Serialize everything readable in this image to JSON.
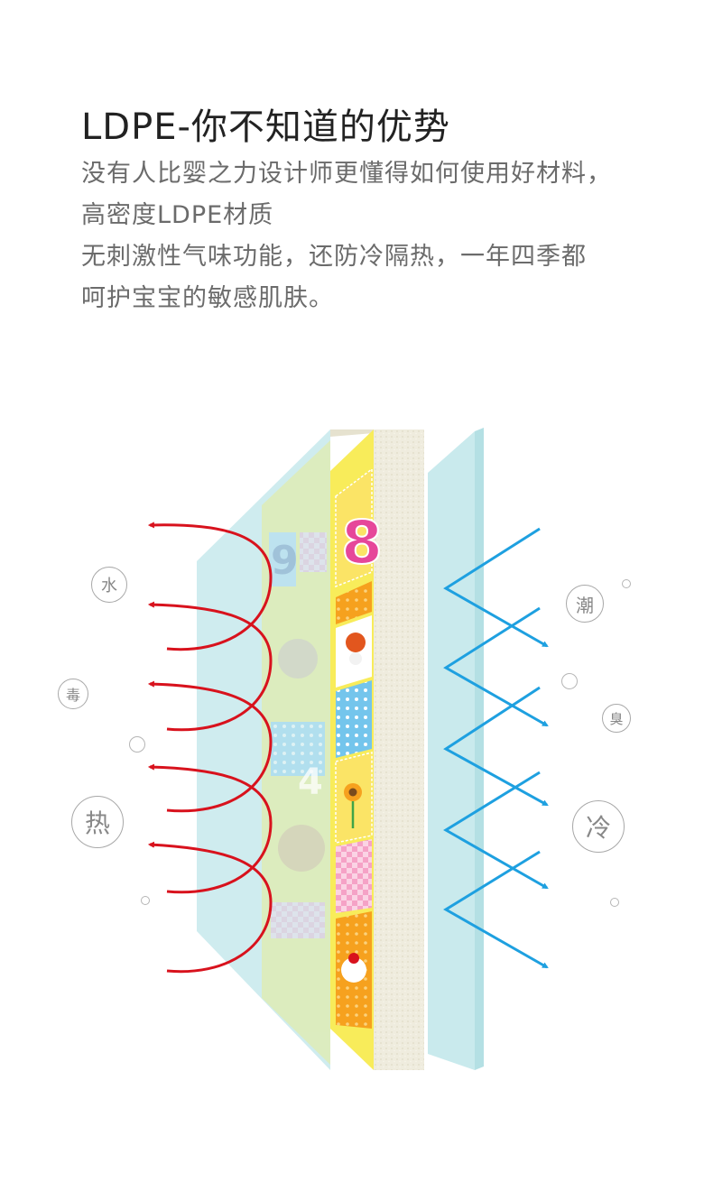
{
  "title": "LDPE-你不知道的优势",
  "description": {
    "line1": "没有人比婴之力设计师更懂得如何使用好材料，",
    "line2": "高密度LDPE材质",
    "line3": "无刺激性气味功能，还防冷隔热，一年四季都",
    "line4": "呵护宝宝的敏感肌肤。"
  },
  "mat_numbers": {
    "big": "8",
    "faded_top": "9",
    "faded_mid": "4"
  },
  "labels_left": {
    "water": "水",
    "poison": "毒",
    "heat": "热"
  },
  "labels_right": {
    "damp": "潮",
    "odor": "臭",
    "cold": "冷"
  },
  "colors": {
    "heat_arrow": "#d8121d",
    "cold_arrow": "#1ea0e0",
    "glass": "#bfe6ea",
    "foam": "#efecde",
    "mat_yellow": "#f8ec5a"
  }
}
